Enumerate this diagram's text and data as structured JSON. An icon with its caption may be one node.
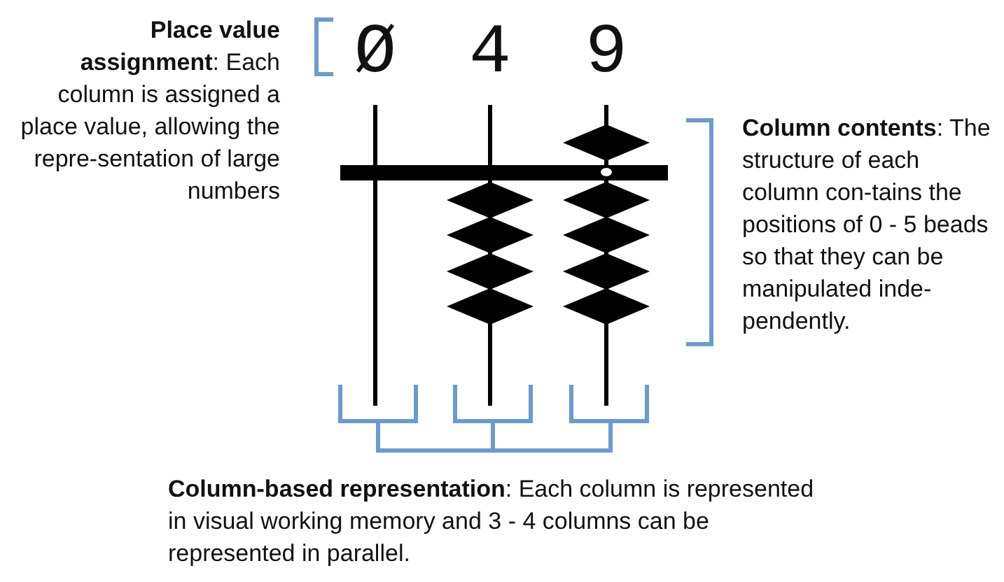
{
  "diagram": {
    "labels": [
      "**Place value assignment**: Each column is assigned a place value, allowing the repre-sentation of large numbers",
      "Ø",
      "4",
      "9",
      "**Column contents**: The structure of each column con-tains the positions of 0 - 5 beads so that they can be manipulated inde-pendently.",
      "**Column-based representation**: Each column is represented in visual working memory and 3 - 4 columns can be represented in parallel."
    ]
  }
}
